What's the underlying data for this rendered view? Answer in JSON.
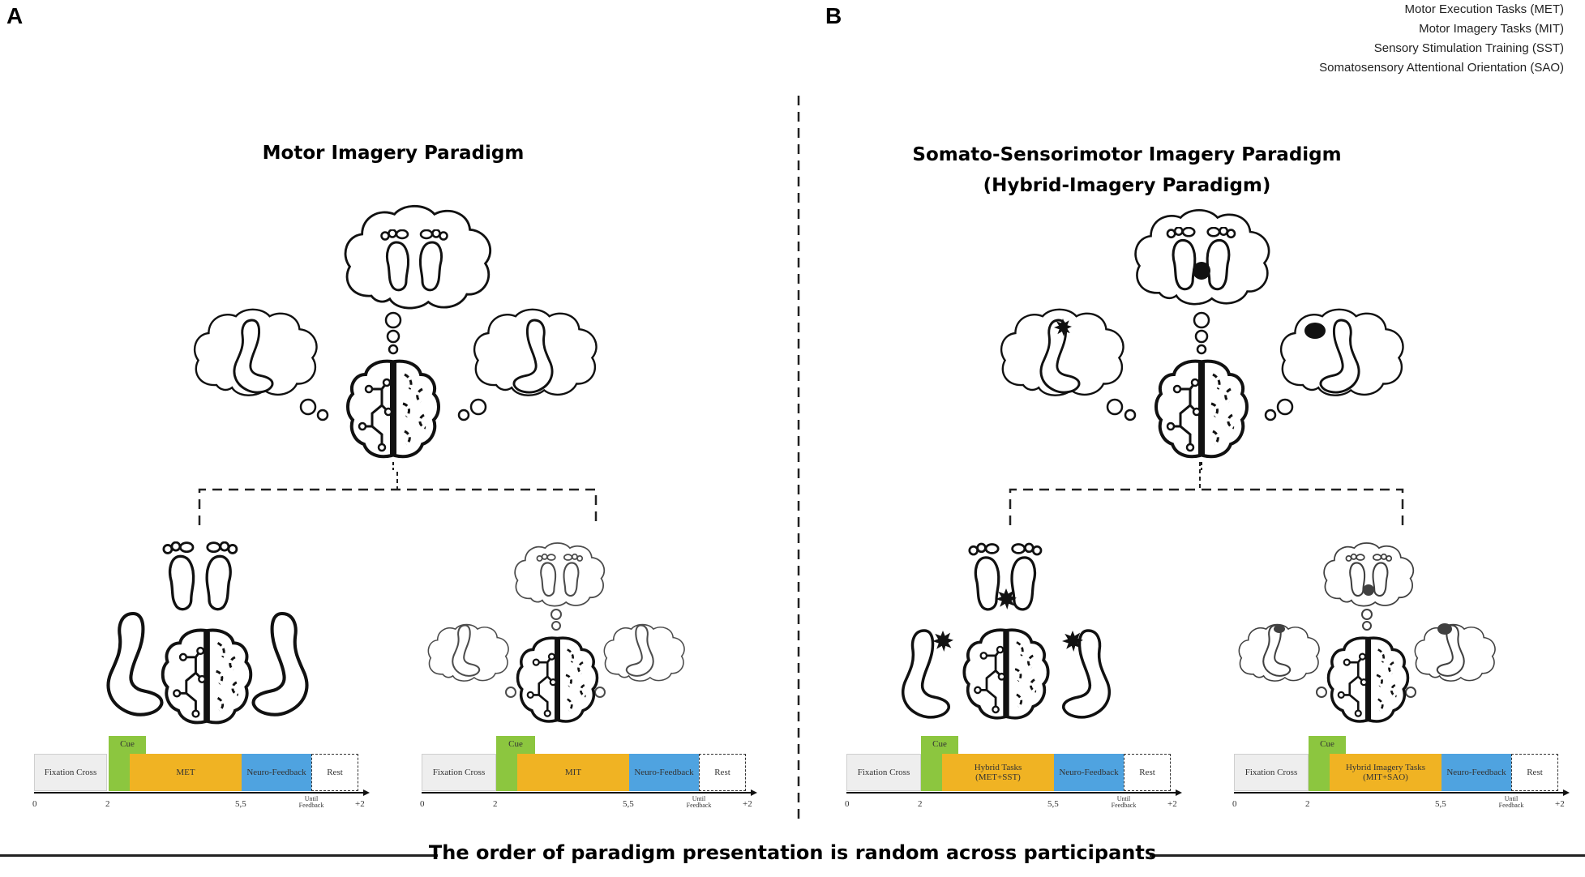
{
  "panels": [
    {
      "letter": "A",
      "title": "Motor Imagery Paradigm",
      "subtitle": ""
    },
    {
      "letter": "B",
      "title": "Somato-Sensorimotor Imagery Paradigm",
      "subtitle": "(Hybrid-Imagery Paradigm)"
    }
  ],
  "legend": [
    "Motor Execution Tasks (MET)",
    "Motor Imagery Tasks (MIT)",
    "Sensory Stimulation Training (SST)",
    "Somatosensory Attentional Orientation (SAO)"
  ],
  "footer": "The order of paradigm presentation is random across participants",
  "timelines": {
    "t1": {
      "fix": "Fixation Cross",
      "cue": "Cue",
      "task": "MET",
      "neuro": "Neuro-Feedback",
      "rest": "Rest"
    },
    "t2": {
      "fix": "Fixation Cross",
      "cue": "Cue",
      "task": "MIT",
      "neuro": "Neuro-Feedback",
      "rest": "Rest"
    },
    "t3": {
      "fix": "Fixation Cross",
      "cue": "Cue",
      "task": "Hybrid Tasks (MET+SST)",
      "neuro": "Neuro-Feedback",
      "rest": "Rest"
    },
    "t4": {
      "fix": "Fixation Cross",
      "cue": "Cue",
      "task": "Hybrid Imagery Tasks (MIT+SAO)",
      "neuro": "Neuro-Feedback",
      "rest": "Rest"
    }
  },
  "axis_ticks": {
    "t0": "0",
    "t2": "2",
    "t55": "5,5",
    "tuntil": "Until Feedback",
    "tplus": "+2"
  },
  "colors": {
    "fixation": "#eeeeee",
    "cue": "#8cc63f",
    "task": "#f0b323",
    "neuro": "#4fa3e0",
    "rest": "#ffffff"
  },
  "icons": [
    "brain-icon",
    "foot-icon",
    "arm-icon",
    "thought-cloud-icon",
    "stimulus-burst-icon"
  ]
}
